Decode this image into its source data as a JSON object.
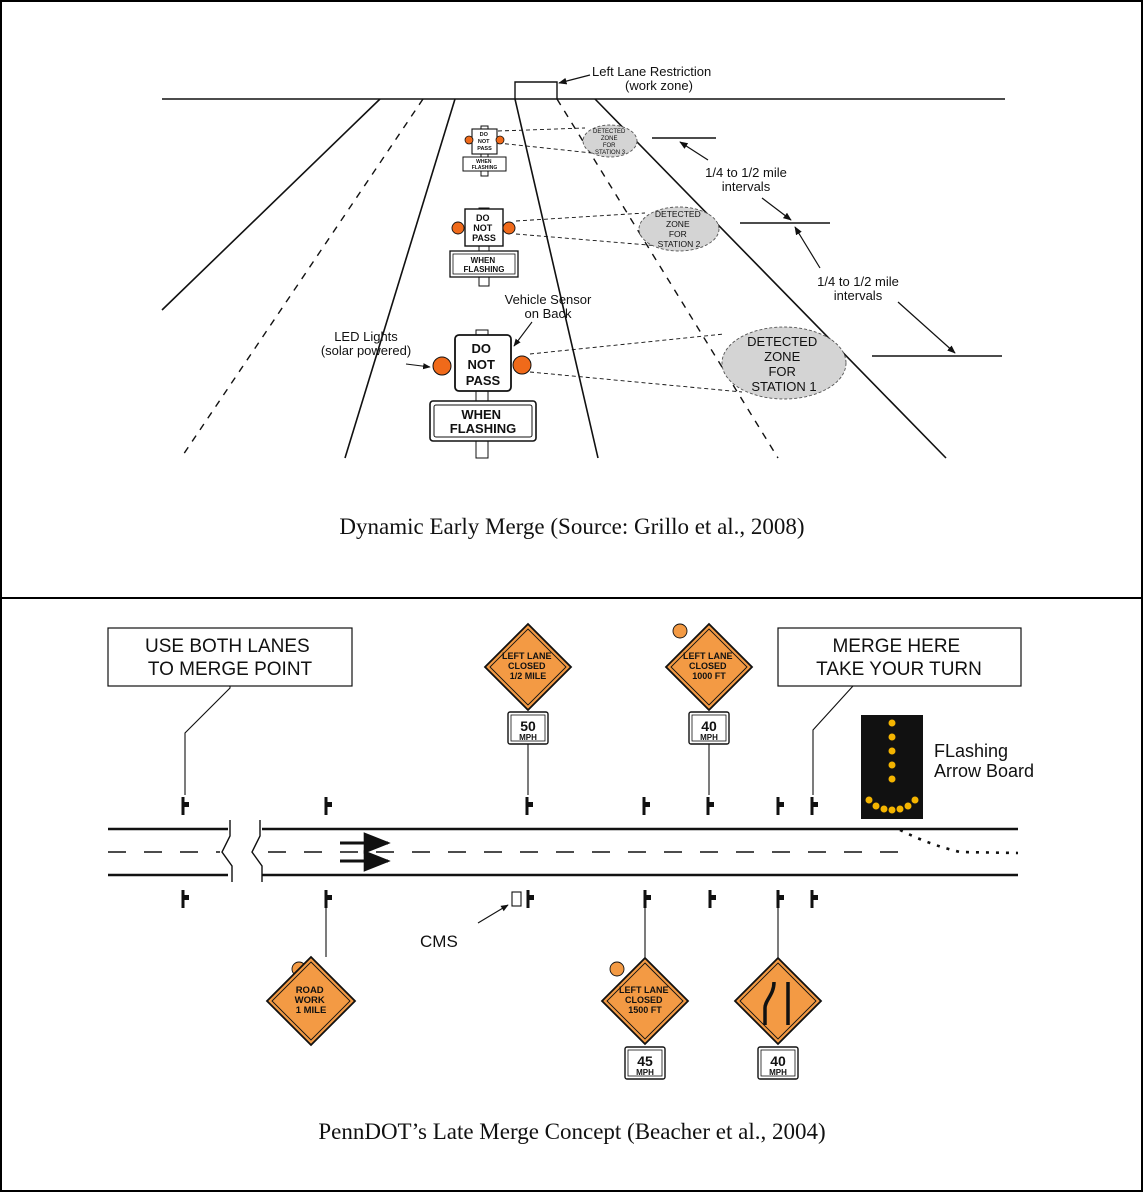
{
  "top_panel": {
    "caption": "Dynamic Early Merge (Source: Grillo et al., 2008)",
    "labels": {
      "left_lane_restriction": "Left Lane Restriction",
      "work_zone": "(work zone)",
      "interval_a_line1": "1/4 to 1/2 mile",
      "interval_a_line2": "intervals",
      "interval_b_line1": "1/4 to 1/2 mile",
      "interval_b_line2": "intervals",
      "vehicle_sensor_line1": "Vehicle Sensor",
      "vehicle_sensor_line2": "on Back",
      "led_lights_line1": "LED Lights",
      "led_lights_line2": "(solar powered)"
    },
    "stations": [
      {
        "zone_lines": [
          "DETECTED",
          "ZONE",
          "FOR",
          "STATION 3"
        ],
        "sign_lines": [
          "DO",
          "NOT",
          "PASS"
        ],
        "plaque_lines": [
          "WHEN",
          "FLASHING"
        ]
      },
      {
        "zone_lines": [
          "DETECTED",
          "ZONE",
          "FOR",
          "STATION 2"
        ],
        "sign_lines": [
          "DO",
          "NOT",
          "PASS"
        ],
        "plaque_lines": [
          "WHEN",
          "FLASHING"
        ]
      },
      {
        "zone_lines": [
          "DETECTED",
          "ZONE",
          "FOR",
          "STATION 1"
        ],
        "sign_lines": [
          "DO",
          "NOT",
          "PASS"
        ],
        "plaque_lines": [
          "WHEN",
          "FLASHING"
        ]
      }
    ]
  },
  "bottom_panel": {
    "caption": "PennDOT’s Late Merge Concept (Beacher et al., 2004)",
    "box_use_both": [
      "USE BOTH LANES",
      "TO MERGE POINT"
    ],
    "box_merge_here": [
      "MERGE HERE",
      "TAKE YOUR TURN"
    ],
    "sign_left_half": [
      "LEFT LANE",
      "CLOSED",
      "1/2 MILE"
    ],
    "sign_left_1000": [
      "LEFT LANE",
      "CLOSED",
      "1000 FT"
    ],
    "sign_road_work": [
      "ROAD",
      "WORK",
      "1 MILE"
    ],
    "sign_left_1500": [
      "LEFT LANE",
      "CLOSED",
      "1500 FT"
    ],
    "speed_50": [
      "50",
      "MPH"
    ],
    "speed_40_top": [
      "40",
      "MPH"
    ],
    "speed_45": [
      "45",
      "MPH"
    ],
    "speed_40_bottom": [
      "40",
      "MPH"
    ],
    "cms_label": "CMS",
    "arrow_board_line1": "FLashing",
    "arrow_board_line2": "Arrow Board"
  },
  "colors": {
    "sign_orange": "#f39a44",
    "light_orange": "#f06a1a",
    "zone_gray": "#d4d4d4",
    "arrow_board_black": "#111111",
    "arrow_board_amber": "#f4b400"
  }
}
